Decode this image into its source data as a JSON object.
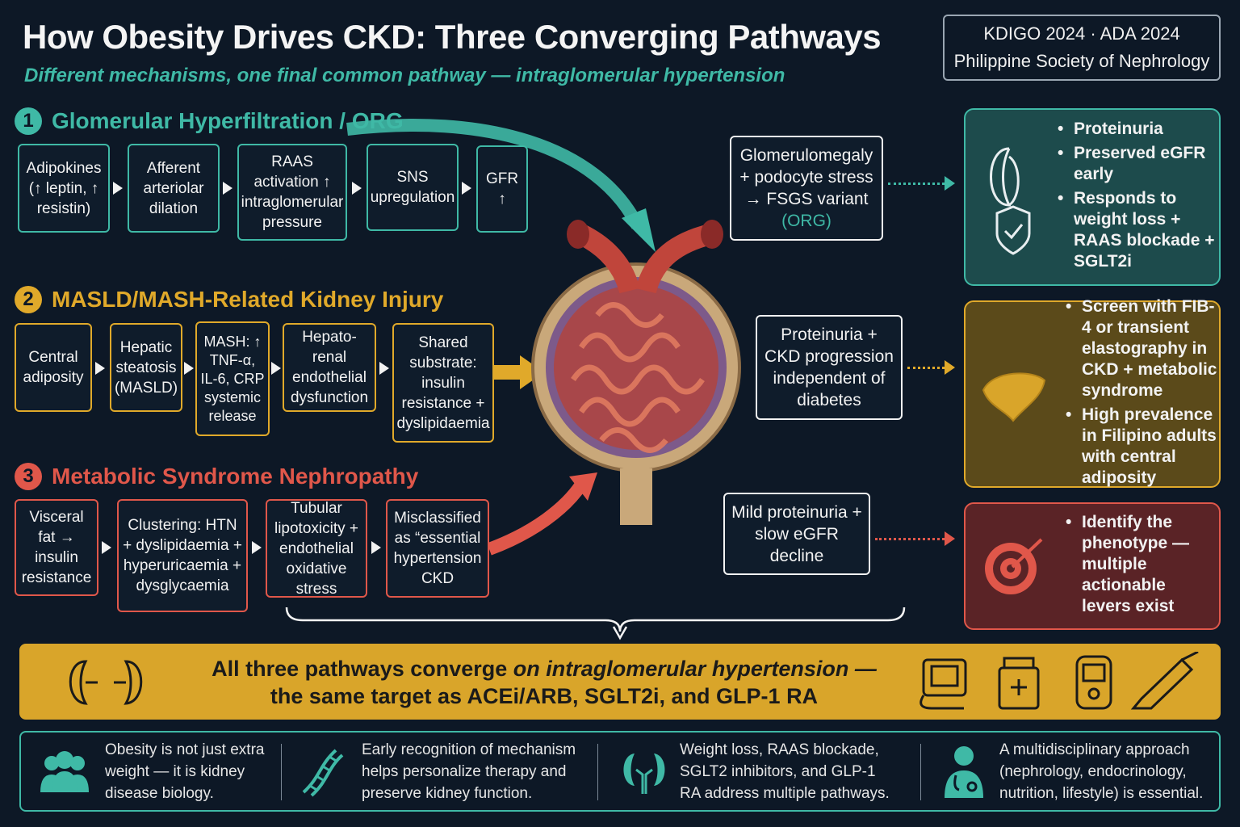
{
  "header": {
    "title": "How Obesity Drives CKD: Three Converging Pathways",
    "subtitle": "Different mechanisms, one final common pathway — intraglomerular hypertension",
    "guidelines_line1": "KDIGO 2024 · ADA 2024",
    "guidelines_line2": "Philippine Society of Nephrology"
  },
  "pathway1": {
    "number": "1",
    "title": "Glomerular Hyperfiltration / ORG",
    "color": "#3fb9a6",
    "steps": [
      "Adipokines (↑ leptin, ↑ resistin)",
      "Afferent arteriolar dilation",
      "RAAS activation ↑ intraglomerular pressure",
      "SNS upregulation",
      "GFR ↑"
    ],
    "result_lines": [
      "Glomerulomegaly",
      "+ podocyte stress",
      "→ FSGS variant",
      "(ORG)"
    ],
    "bullets": [
      "Proteinuria",
      "Preserved eGFR early",
      "Responds to weight loss + RAAS blockade + SGLT2i"
    ]
  },
  "pathway2": {
    "number": "2",
    "title": "MASLD/MASH-Related Kidney Injury",
    "color": "#e0a92a",
    "steps": [
      "Central adiposity",
      "Hepatic steatosis (MASLD)",
      "MASH: ↑ TNF-α, IL-6, CRP systemic release",
      "Hepato-renal endothelial dysfunction",
      "Shared substrate: insulin resistance + dyslipidaemia"
    ],
    "result": "Proteinuria + CKD progression independent of diabetes",
    "bullets": [
      "Screen with FIB-4 or transient elastography in CKD + metabolic syndrome",
      "High prevalence in Filipino adults with central adiposity"
    ]
  },
  "pathway3": {
    "number": "3",
    "title": "Metabolic Syndrome Nephropathy",
    "color": "#e0574a",
    "steps": [
      "Visceral fat → insulin resistance",
      "Clustering: HTN + dyslipidaemia + hyperuricaemia + dysglycaemia",
      "Tubular lipotoxicity + endothelial oxidative stress",
      "Misclassified as “essential hypertension CKD"
    ],
    "result": "Mild proteinuria + slow eGFR decline",
    "bullets": [
      "Identify the phenotype — multiple actionable levers exist"
    ]
  },
  "banner": {
    "line1_bold": "All three pathways converge ",
    "line1_em": "on intraglomerular hypertension —",
    "line2": "the same target as ACEi/ARB, SGLT2i, and GLP-1 RA",
    "icons": [
      "kidney-icon",
      "blood-pressure-monitor-icon",
      "medication-bottle-icon",
      "glucose-meter-icon",
      "insulin-pen-icon"
    ]
  },
  "footer": [
    {
      "icon": "people-icon",
      "text": "Obesity is not just extra weight — it is kidney disease biology."
    },
    {
      "icon": "dna-icon",
      "text": "Early recognition of mechanism helps personalize therapy and preserve kidney function."
    },
    {
      "icon": "kidneys-icon",
      "text": "Weight loss, RAAS blockade, SGLT2 inhibitors, and GLP-1 RA address multiple pathways."
    },
    {
      "icon": "doctor-icon",
      "text": "A multidisciplinary approach (nephrology, endocrinology, nutrition, lifestyle) is essential."
    }
  ],
  "colors": {
    "background": "#0d1826",
    "teal": "#3fb9a6",
    "gold": "#e0a92a",
    "red": "#e0574a",
    "banner": "#d9a52a"
  }
}
